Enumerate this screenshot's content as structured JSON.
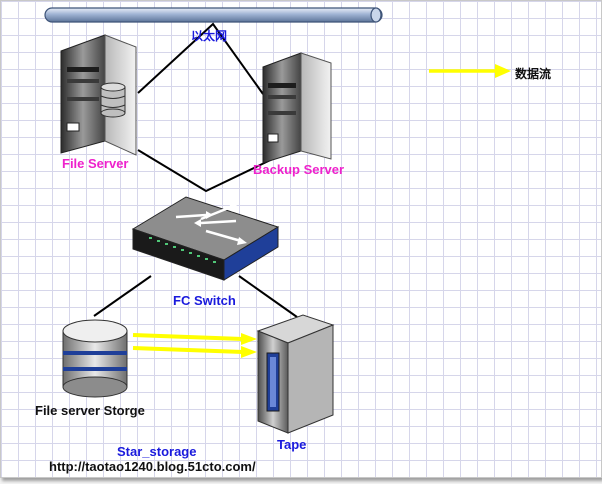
{
  "diagram": {
    "ethernet_label": "以太网",
    "legend_label": "数据流",
    "file_server_label": "File Server",
    "backup_server_label": "Backup Server",
    "fc_switch_label": "FC Switch",
    "storage_label": "File server Storge",
    "tape_label": "Tape",
    "star_storage_label": "Star_storage",
    "url_text": "http://taotao1240.blog.51cto.com/",
    "colors": {
      "grid": "#d6d6ea",
      "data_flow_arrow": "#ffff00",
      "server_label": "#ee22cc",
      "device_label": "#1a1add"
    }
  }
}
